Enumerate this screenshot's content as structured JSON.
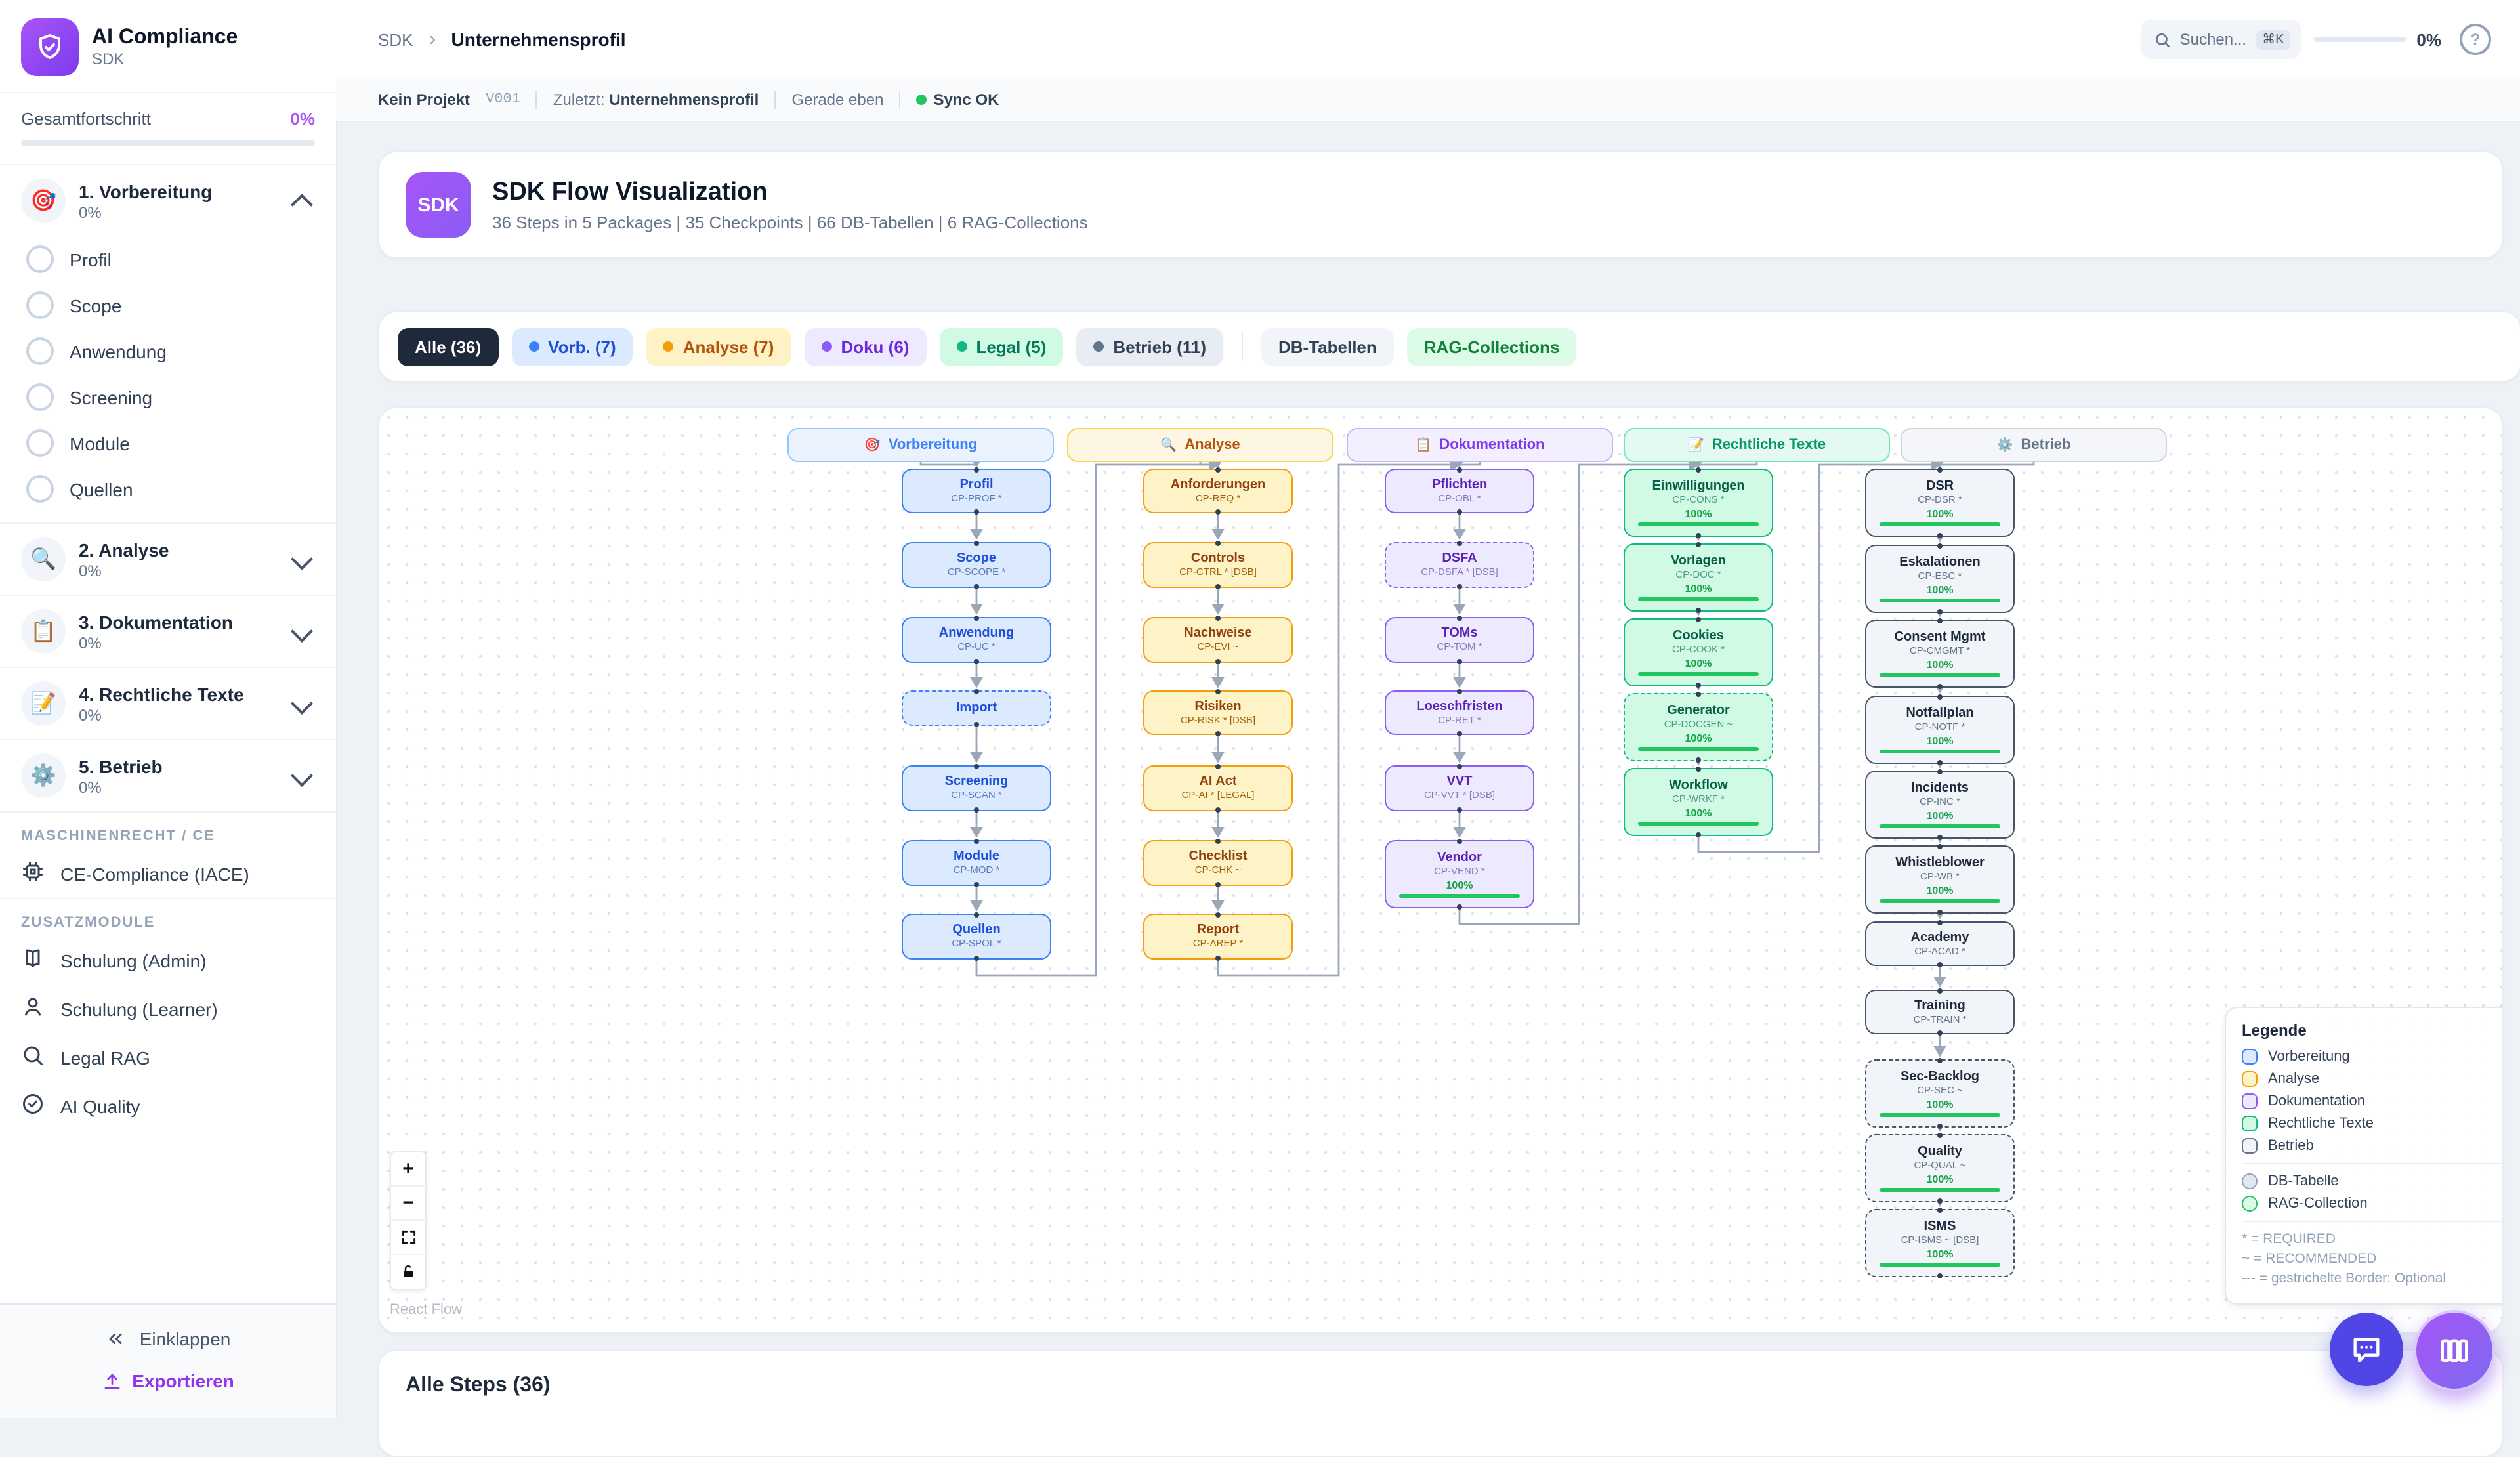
{
  "sidebar": {
    "app_title": "AI Compliance",
    "app_subtitle": "SDK",
    "progress_label": "Gesamtfortschritt",
    "progress_value": "0%",
    "phases": [
      {
        "label": "1. Vorbereitung",
        "pct": "0%",
        "emoji": "🎯",
        "expanded": true,
        "subitems": [
          "Profil",
          "Scope",
          "Anwendung",
          "Screening",
          "Module",
          "Quellen"
        ]
      },
      {
        "label": "2. Analyse",
        "pct": "0%",
        "emoji": "🔍",
        "expanded": false,
        "subitems": []
      },
      {
        "label": "3. Dokumentation",
        "pct": "0%",
        "emoji": "📋",
        "expanded": false,
        "subitems": []
      },
      {
        "label": "4. Rechtliche Texte",
        "pct": "0%",
        "emoji": "📝",
        "expanded": false,
        "subitems": []
      },
      {
        "label": "5. Betrieb",
        "pct": "0%",
        "emoji": "⚙️",
        "expanded": false,
        "subitems": []
      }
    ],
    "sections": {
      "machinenrecht": "MASCHINENRECHT / CE",
      "zusatz": "ZUSATZMODULE"
    },
    "ce_item": {
      "label": "CE-Compliance (IACE)",
      "icon": "cpu-icon"
    },
    "modules": [
      {
        "label": "Schulung (Admin)",
        "icon": "book-icon"
      },
      {
        "label": "Schulung (Learner)",
        "icon": "person-icon"
      },
      {
        "label": "Legal RAG",
        "icon": "search-icon"
      },
      {
        "label": "AI Quality",
        "icon": "check-circle-icon"
      }
    ],
    "footer": {
      "collapse_label": "Einklappen",
      "export_label": "Exportieren"
    }
  },
  "header": {
    "breadcrumb": {
      "root": "SDK",
      "current": "Unternehmensprofil"
    },
    "search": {
      "placeholder": "Suchen...",
      "shortcut": "⌘K"
    },
    "progress_value": "0%"
  },
  "statusbar": {
    "project": "Kein Projekt",
    "version": "V001",
    "last_label": "Zuletzt:",
    "last_value": "Unternehmensprofil",
    "time": "Gerade eben",
    "sync_label": "Sync OK",
    "sync_color": "#22c55e"
  },
  "hero": {
    "badge": "SDK",
    "title": "SDK Flow Visualization",
    "subtitle": "36 Steps in 5 Packages | 35 Checkpoints | 66 DB-Tabellen | 6 RAG-Collections"
  },
  "filters": {
    "pills": [
      {
        "label": "Alle (36)",
        "bg": "#1e293b",
        "fg": "#ffffff",
        "dot": ""
      },
      {
        "label": "Vorb. (7)",
        "bg": "#dbeafe",
        "fg": "#1d4ed8",
        "dot": "#3b82f6"
      },
      {
        "label": "Analyse (7)",
        "bg": "#fef3c7",
        "fg": "#b45309",
        "dot": "#f59e0b"
      },
      {
        "label": "Doku (6)",
        "bg": "#ede9fe",
        "fg": "#6d28d9",
        "dot": "#8b5cf6"
      },
      {
        "label": "Legal (5)",
        "bg": "#d1fae5",
        "fg": "#047857",
        "dot": "#10b981"
      },
      {
        "label": "Betrieb (11)",
        "bg": "#e8edf3",
        "fg": "#334155",
        "dot": "#64748b"
      }
    ],
    "extra": [
      {
        "label": "DB-Tabellen",
        "bg": "#f1f5f9",
        "fg": "#334155"
      },
      {
        "label": "RAG-Collections",
        "bg": "#dcfce7",
        "fg": "#15803d"
      }
    ]
  },
  "flow": {
    "columns": [
      {
        "header": "Vorbereitung",
        "emoji": "🎯",
        "nodes": [
          {
            "title": "Profil",
            "sub": "CP-PROF *"
          },
          {
            "title": "Scope",
            "sub": "CP-SCOPE *"
          },
          {
            "title": "Anwendung",
            "sub": "CP-UC *"
          },
          {
            "title": "Import",
            "sub": "",
            "dashed": true
          },
          {
            "title": "Screening",
            "sub": "CP-SCAN *"
          },
          {
            "title": "Module",
            "sub": "CP-MOD *"
          },
          {
            "title": "Quellen",
            "sub": "CP-SPOL *"
          }
        ]
      },
      {
        "header": "Analyse",
        "emoji": "🔍",
        "nodes": [
          {
            "title": "Anforderungen",
            "sub": "CP-REQ *"
          },
          {
            "title": "Controls",
            "sub": "CP-CTRL * [DSB]"
          },
          {
            "title": "Nachweise",
            "sub": "CP-EVI ~"
          },
          {
            "title": "Risiken",
            "sub": "CP-RISK * [DSB]"
          },
          {
            "title": "AI Act",
            "sub": "CP-AI * [LEGAL]"
          },
          {
            "title": "Checklist",
            "sub": "CP-CHK ~"
          },
          {
            "title": "Report",
            "sub": "CP-AREP *"
          }
        ]
      },
      {
        "header": "Dokumentation",
        "emoji": "📋",
        "nodes": [
          {
            "title": "Pflichten",
            "sub": "CP-OBL *"
          },
          {
            "title": "DSFA",
            "sub": "CP-DSFA * [DSB]",
            "dashed": true
          },
          {
            "title": "TOMs",
            "sub": "CP-TOM *"
          },
          {
            "title": "Loeschfristen",
            "sub": "CP-RET *"
          },
          {
            "title": "VVT",
            "sub": "CP-VVT * [DSB]"
          },
          {
            "title": "Vendor",
            "sub": "CP-VEND *",
            "pct": "100%"
          }
        ]
      },
      {
        "header": "Rechtliche Texte",
        "emoji": "📝",
        "nodes": [
          {
            "title": "Einwilligungen",
            "sub": "CP-CONS *",
            "pct": "100%"
          },
          {
            "title": "Vorlagen",
            "sub": "CP-DOC *",
            "pct": "100%"
          },
          {
            "title": "Cookies",
            "sub": "CP-COOK *",
            "pct": "100%"
          },
          {
            "title": "Generator",
            "sub": "CP-DOCGEN ~",
            "pct": "100%",
            "dashed": true
          },
          {
            "title": "Workflow",
            "sub": "CP-WRKF *",
            "pct": "100%"
          }
        ]
      },
      {
        "header": "Betrieb",
        "emoji": "⚙️",
        "nodes": [
          {
            "title": "DSR",
            "sub": "CP-DSR *",
            "pct": "100%"
          },
          {
            "title": "Eskalationen",
            "sub": "CP-ESC *",
            "pct": "100%"
          },
          {
            "title": "Consent Mgmt",
            "sub": "CP-CMGMT *",
            "pct": "100%"
          },
          {
            "title": "Notfallplan",
            "sub": "CP-NOTF *",
            "pct": "100%"
          },
          {
            "title": "Incidents",
            "sub": "CP-INC *",
            "pct": "100%"
          },
          {
            "title": "Whistleblower",
            "sub": "CP-WB *",
            "pct": "100%"
          },
          {
            "title": "Academy",
            "sub": "CP-ACAD *"
          },
          {
            "title": "Training",
            "sub": "CP-TRAIN *"
          },
          {
            "title": "Sec-Backlog",
            "sub": "CP-SEC ~",
            "pct": "100%",
            "dashed": true
          },
          {
            "title": "Quality",
            "sub": "CP-QUAL ~",
            "pct": "100%",
            "dashed": true
          },
          {
            "title": "ISMS",
            "sub": "CP-ISMS ~ [DSB]",
            "pct": "100%",
            "dashed": true
          }
        ]
      }
    ],
    "legend": {
      "title": "Legende",
      "items": [
        {
          "label": "Vorbereitung",
          "border": "#3b82f6",
          "fill": "#dbeafe"
        },
        {
          "label": "Analyse",
          "border": "#f59e0b",
          "fill": "#fef3c7"
        },
        {
          "label": "Dokumentation",
          "border": "#8b5cf6",
          "fill": "#ede9fe"
        },
        {
          "label": "Rechtliche Texte",
          "border": "#10b981",
          "fill": "#d1fae5"
        },
        {
          "label": "Betrieb",
          "border": "#64748b",
          "fill": "#f1f5f9"
        }
      ],
      "circles": [
        {
          "label": "DB-Tabelle",
          "border": "#94a3b8",
          "fill": "#e2e8f0"
        },
        {
          "label": "RAG-Collection",
          "border": "#22c55e",
          "fill": "#dcfce7"
        }
      ],
      "notes": [
        "* = REQUIRED",
        "~ = RECOMMENDED",
        "--- = gestrichelte Border: Optional"
      ]
    },
    "controls": [
      "zoom-in",
      "zoom-out",
      "fit-view",
      "lock"
    ],
    "attribution": "React Flow"
  },
  "steps": {
    "title": "Alle Steps (36)"
  }
}
